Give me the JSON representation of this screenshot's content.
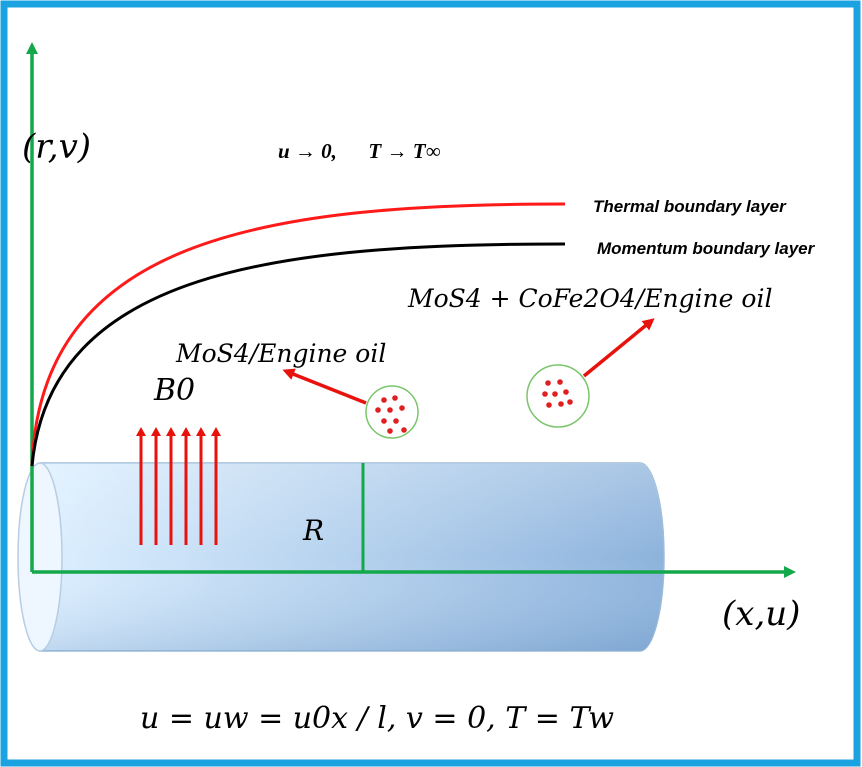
{
  "labels": {
    "r_axis": "(r,v)",
    "x_axis": "(x,u)",
    "far_field": "u → 0,      T → T∞",
    "thermal_layer": "Thermal boundary layer",
    "momentum_layer": "Momentum boundary layer",
    "hybrid": "MoS4 + CoFe2O4/Engine oil",
    "mono": "MoS4/Engine oil",
    "magnetic_field": "B0",
    "radius": "R",
    "wall_condition": "u = uw = u0x / l, v = 0, T = Tw"
  },
  "colors": {
    "frame": "#1aa3e0",
    "axis": "#13a84a",
    "thermal": "#ff1a1a",
    "momentum": "#000000",
    "arrow_red": "#e8120c",
    "particle": "#e02020",
    "particle_ring": "#7ac56a",
    "cylinder_light": "#d9ecfc",
    "cylinder_dark": "#8fb4dc"
  },
  "icons": {
    "mono_particle": "particle-cluster-icon",
    "hybrid_particle": "particle-cluster-icon"
  }
}
